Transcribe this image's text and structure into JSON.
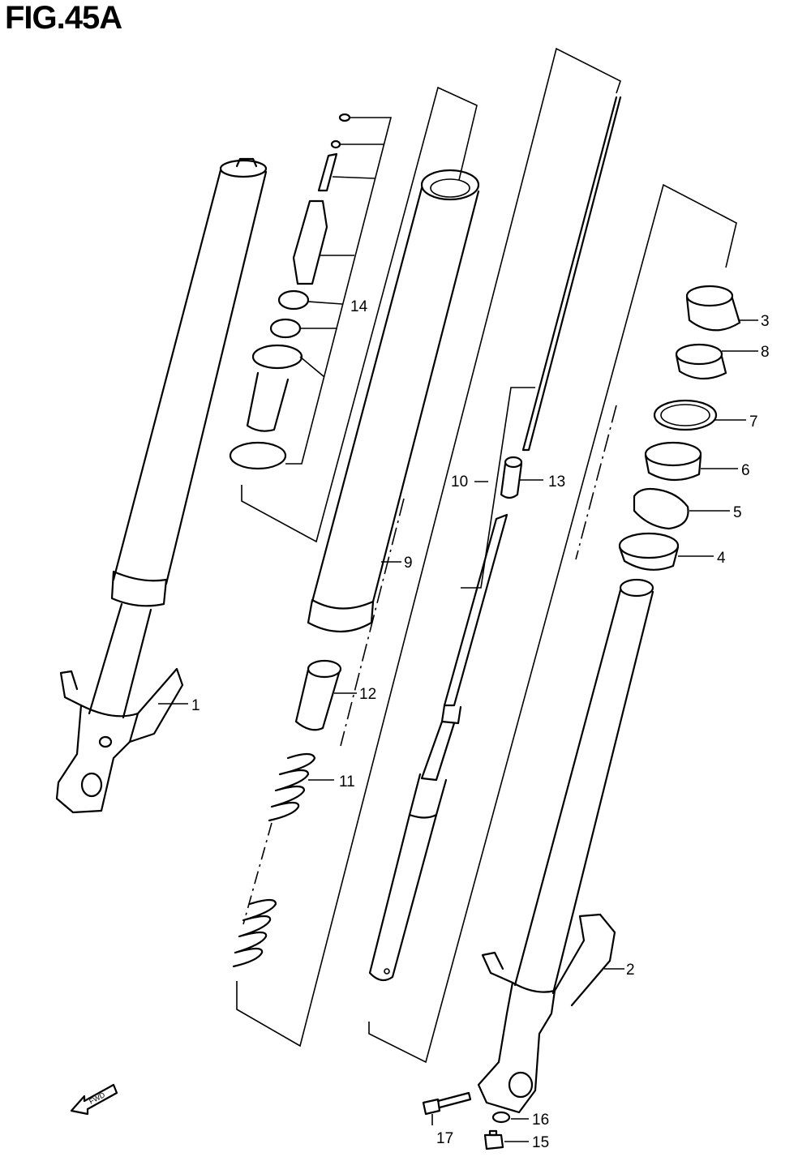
{
  "title": "FIG.45A",
  "callouts": {
    "c1": "1",
    "c2": "2",
    "c3": "3",
    "c4": "4",
    "c5": "5",
    "c6": "6",
    "c7": "7",
    "c8": "8",
    "c9": "9",
    "c10": "10",
    "c11": "11",
    "c12": "12",
    "c13": "13",
    "c14": "14",
    "c15": "15",
    "c16": "16",
    "c17": "17"
  },
  "direction_label": "FWD"
}
